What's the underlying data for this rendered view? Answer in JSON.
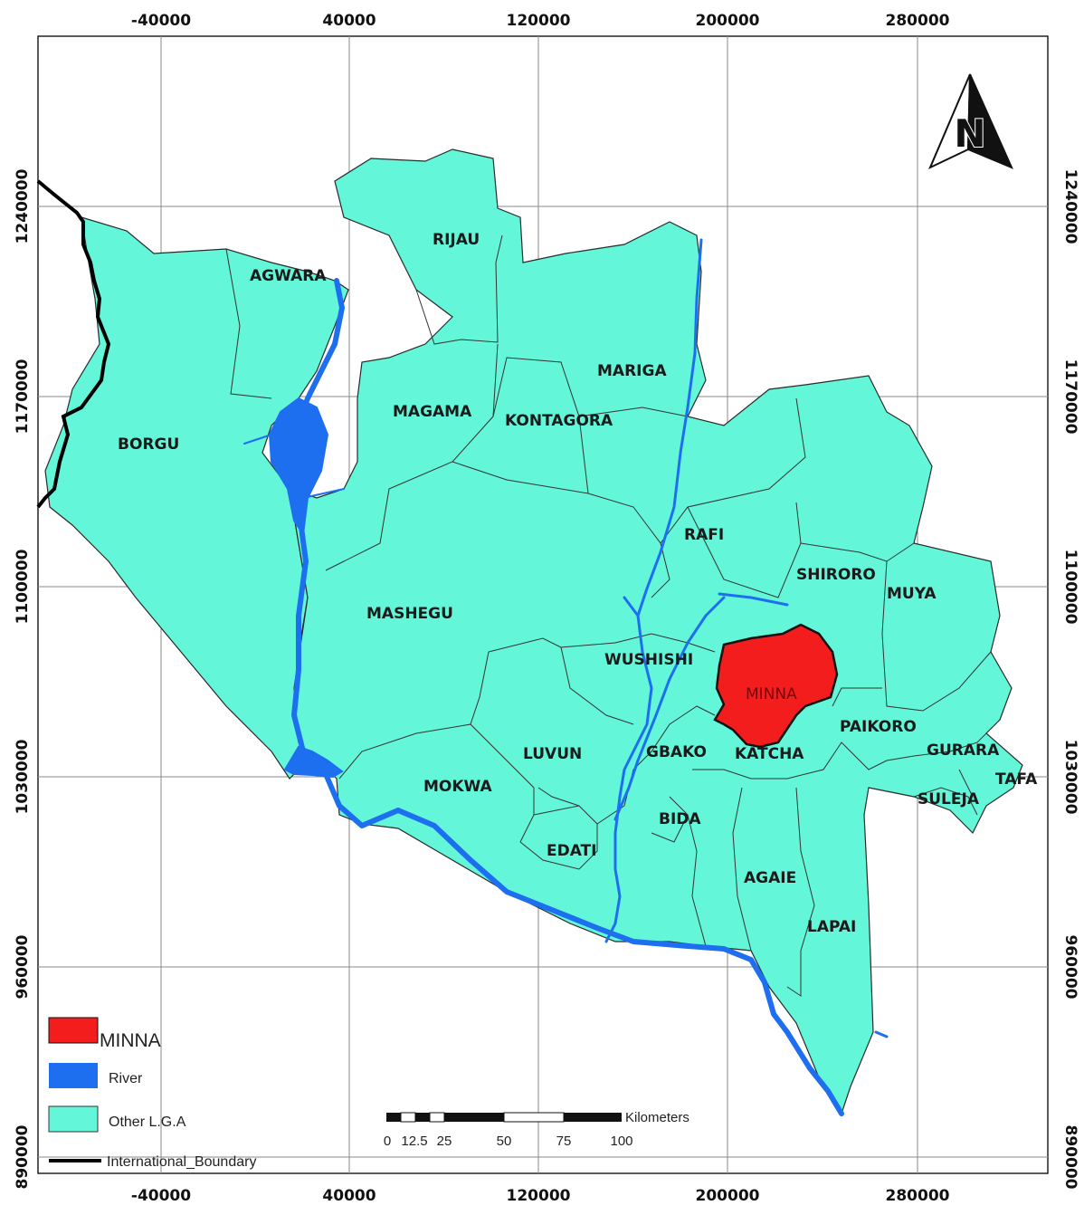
{
  "map": {
    "x_ticks": [
      "-40000",
      "40000",
      "120000",
      "200000",
      "280000"
    ],
    "y_ticks": [
      "1240000",
      "1170000",
      "1100000",
      "1030000",
      "960000",
      "890000"
    ],
    "north_label": "N",
    "lga_labels": {
      "rijau": "RIJAU",
      "agwara": "AGWARA",
      "mariga": "MARIGA",
      "magama": "MAGAMA",
      "kontagora": "KONTAGORA",
      "borgu": "BORGU",
      "rafi": "RAFI",
      "shiroro": "SHIRORO",
      "muya": "MUYA",
      "mashegu": "MASHEGU",
      "wushishi": "WUSHISHI",
      "minna": "MINNA",
      "paikoro": "PAIKORO",
      "luvun": "LUVUN",
      "gbako": "GBAKO",
      "katcha": "KATCHA",
      "gurara": "GURARA",
      "tafa": "TAFA",
      "mokwa": "MOKWA",
      "suleja": "SULEJA",
      "bida": "BIDA",
      "edati": "EDATI",
      "agaie": "AGAIE",
      "lapai": "LAPAI"
    },
    "colors": {
      "lga_fill": "#63f6d9",
      "minna_fill": "#f41d1d",
      "river": "#1e6ff0",
      "boundary": "#000000"
    }
  },
  "legend": {
    "minna": "MINNA",
    "river": "River",
    "other": "Other L.G.A",
    "boundary": "International_Boundary"
  },
  "scale": {
    "unit": "Kilometers",
    "labels": [
      "0",
      "12.5",
      "25",
      "50",
      "75",
      "100"
    ]
  }
}
